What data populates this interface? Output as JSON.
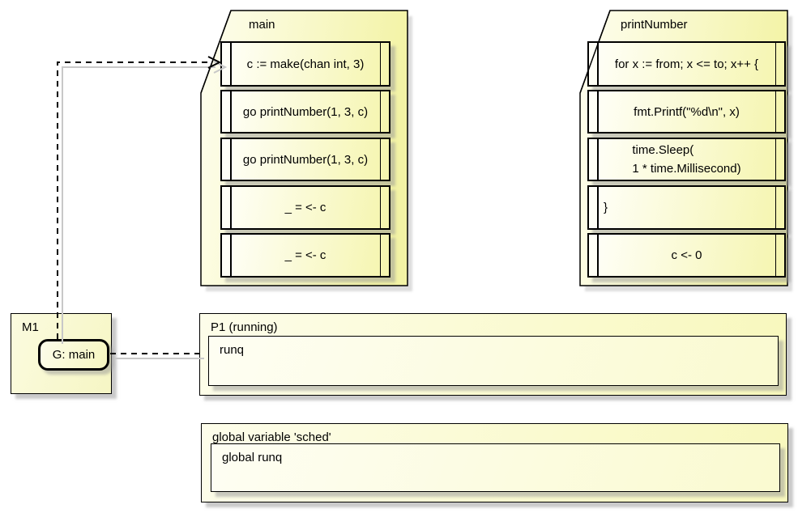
{
  "diagram": {
    "kind": "go-scheduler-activity-diagram",
    "background": "#ffffff"
  },
  "colors": {
    "border": "#000000",
    "fill_light": "#fefef0",
    "fill_yellow": "#f3f3a5",
    "shadow": "#c8c8c8",
    "link": "#000000"
  },
  "notes": [
    {
      "title": "main",
      "statements": [
        {
          "text": "c := make(chan int, 3)"
        },
        {
          "text": "go printNumber(1, 3, c)"
        },
        {
          "text": "go printNumber(1, 3, c)"
        },
        {
          "text": "_ = <- c"
        },
        {
          "text": "_ = <- c"
        }
      ]
    },
    {
      "title": "printNumber",
      "statements": [
        {
          "text": "for x := from; x <= to; x++ {"
        },
        {
          "text": "fmt.Printf(\"%d\\n\", x)"
        },
        {
          "text": "time.Sleep(\n1 * time.Millisecond)"
        },
        {
          "text": "}"
        },
        {
          "text": "c <- 0"
        }
      ]
    }
  ],
  "machine": {
    "label": "M1",
    "goroutine_label": "G: main"
  },
  "processor": {
    "label": "P1 (running)",
    "runq_label": "runq"
  },
  "global_sched": {
    "label": "global variable 'sched'",
    "runq_label": "global runq"
  },
  "connectors": [
    {
      "from": "G: main",
      "to": "c := make(chan int, 3)",
      "style": "dashed",
      "arrow": "open"
    },
    {
      "from": "G: main",
      "to": "P1 (running)",
      "style": "dashed",
      "arrow": "none"
    }
  ]
}
